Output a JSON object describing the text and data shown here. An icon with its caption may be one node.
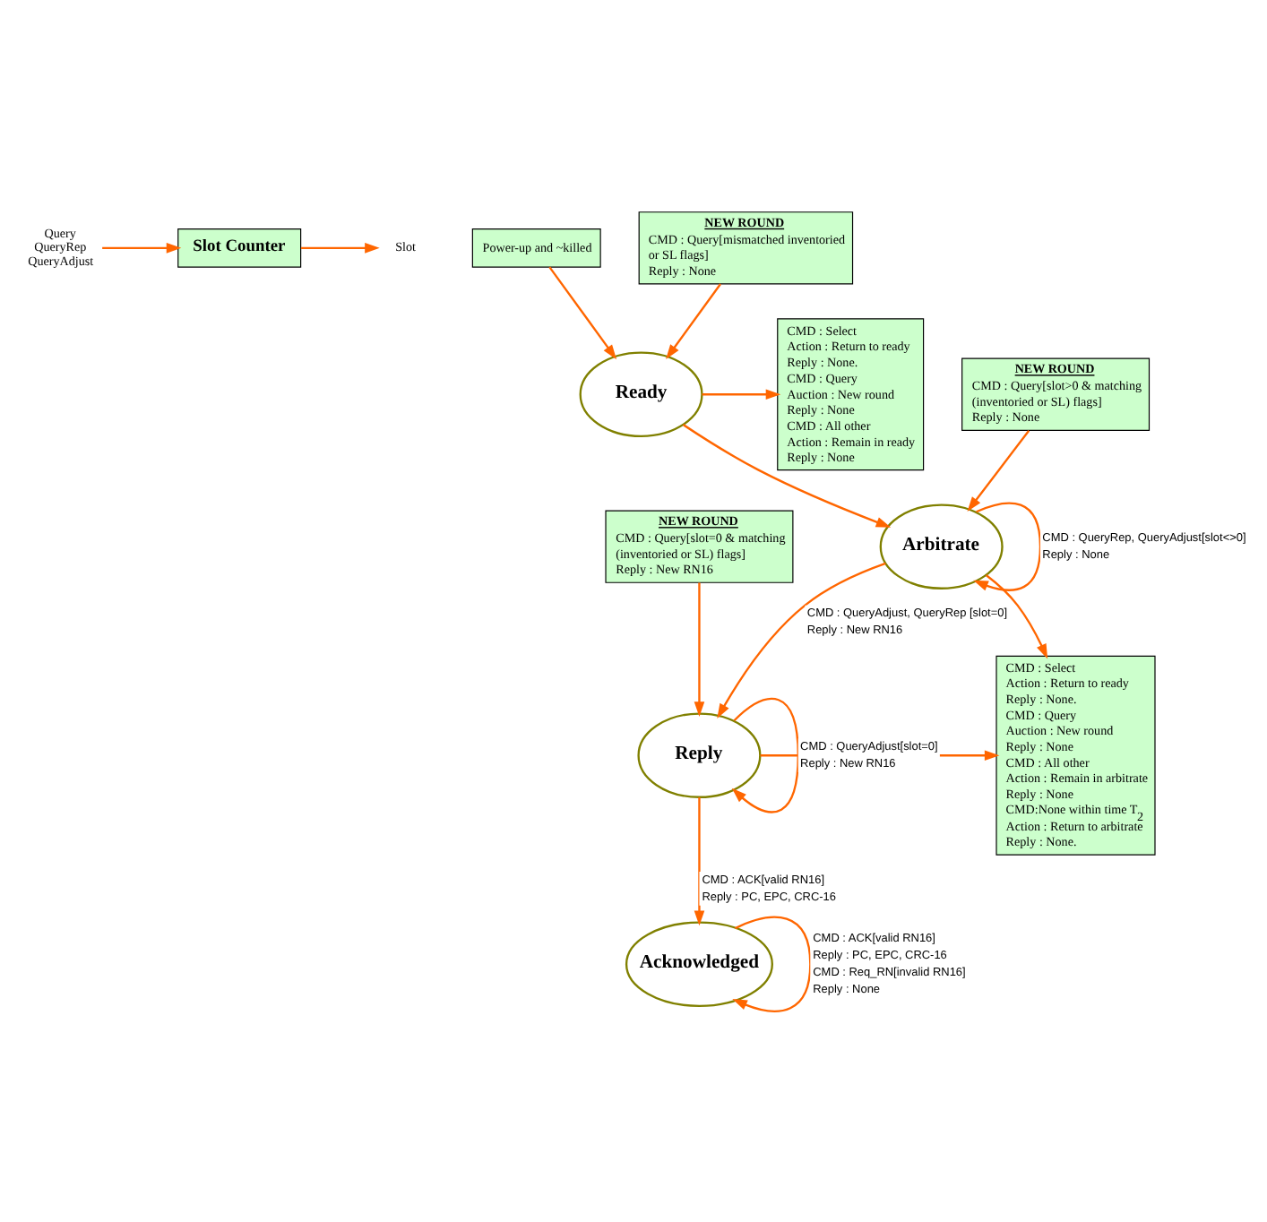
{
  "diagram": {
    "nodes": [
      {
        "text": [
          "Query",
          "QueryRep",
          "QueryAdjust"
        ]
      },
      {
        "text": [
          "Slot Counter"
        ]
      },
      {
        "text": [
          "Slot"
        ]
      },
      {
        "text": [
          "Power-up and ~killed"
        ]
      },
      {
        "text": [
          "NEW ROUND",
          "CMD : Query[mismatched inventoried or SL flags]",
          "Reply : None"
        ]
      },
      {
        "text": [
          "Ready"
        ]
      },
      {
        "text": [
          "CMD : Select",
          "Action : Return to ready",
          "Reply : None.",
          "CMD : Query",
          "Auction : New round",
          "Reply : None",
          "CMD : All other",
          "Action : Remain in ready",
          "Reply : None"
        ]
      },
      {
        "text": [
          "NEW ROUND",
          "CMD : Query[slot>0 & matching (inventoried or SL) flags]",
          "Reply : None"
        ]
      },
      {
        "text": [
          "Arbitrate"
        ]
      },
      {
        "text": [
          "CMD : Select",
          "Action : Return to ready",
          "Reply : None.",
          "CMD : Query",
          "Auction : New round",
          "Reply : None",
          "CMD : All other",
          "Action : Remain in arbitrate",
          "Reply : None",
          "CMD:None within time T$_{2}$",
          "Action : Return to arbitrate",
          "Reply : None."
        ]
      },
      {
        "text": [
          "NEW ROUND",
          "CMD : Query[slot=0 & matching (inventoried or SL) flags]",
          "Reply : New RN16"
        ]
      },
      {
        "text": [
          "Reply"
        ]
      },
      {
        "text": [
          "Acknowledged"
        ]
      }
    ],
    "edges": [
      {
        "from": 0,
        "to": 1,
        "arrow": "to"
      },
      {
        "from": 1,
        "to": 2,
        "arrow": "to"
      },
      {
        "from": 3,
        "to": 5,
        "arrow": "to"
      },
      {
        "from": 4,
        "to": 5,
        "arrow": "to"
      },
      {
        "from": 5,
        "to": 6,
        "arrow": "to"
      },
      {
        "from": 5,
        "to": 8,
        "arrow": "to"
      },
      {
        "from": 7,
        "to": 8,
        "arrow": "to"
      },
      {
        "from": 8,
        "to": 8,
        "arrow": "to",
        "label": "CMD : QueryRep, QueryAdjust[slot<>0] Reply : None"
      },
      {
        "from": 8,
        "to": 9,
        "arrow": "to"
      },
      {
        "from": 8,
        "to": 11,
        "arrow": "to",
        "label": "CMD : QueryAdjust, QueryRep [slot=0] Reply : New RN16"
      },
      {
        "from": 10,
        "to": 11,
        "arrow": "to"
      },
      {
        "from": 11,
        "to": 9,
        "arrow": "to"
      },
      {
        "from": 11,
        "to": 11,
        "arrow": "to",
        "label": "CMD : QueryAdjust[slot=0] Reply : New RN16"
      },
      {
        "from": 11,
        "to": 12,
        "arrow": "to",
        "label": "CMD : ACK[valid RN16] Reply : PC, EPC, CRC-16"
      },
      {
        "from": 12,
        "to": 12,
        "arrow": "to",
        "label": "CMD : ACK[valid RN16] Reply : PC, EPC, CRC-16 CMD : Req_RN[invalid RN16] Reply : None"
      }
    ]
  }
}
